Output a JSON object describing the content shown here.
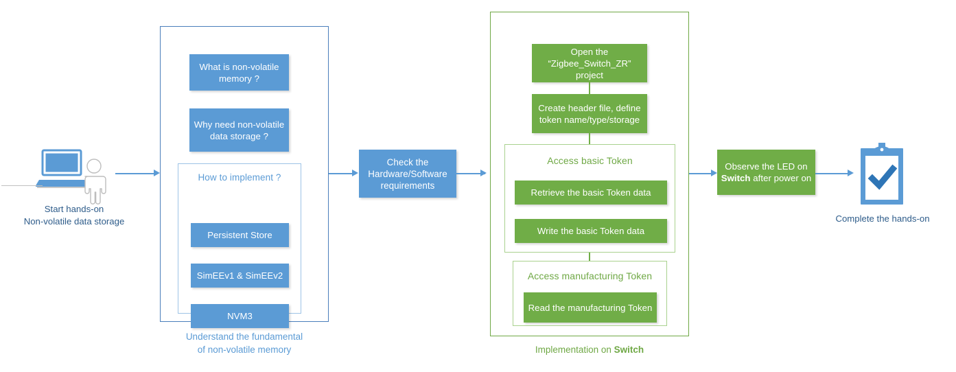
{
  "diagram": {
    "title": "Non-volatile data storage hands-on flow",
    "colors": {
      "blue_fill": "#5B9BD5",
      "blue_border": "#4A7EBB",
      "blue_light_border": "#9DC3E6",
      "green_fill": "#70AD47",
      "green_border": "#6FA845",
      "green_light_border": "#A9D18E",
      "caption_dark": "#2E5C8A",
      "background": "#FFFFFF"
    }
  },
  "start": {
    "icon_laptop": "laptop-icon",
    "icon_person": "person-icon",
    "caption_line1": "Start hands-on",
    "caption_line2": "Non-volatile data storage"
  },
  "understand_group": {
    "caption_line1": "Understand the fundamental",
    "caption_line2": "of non-volatile memory",
    "boxes": [
      {
        "label": "What is non-volatile memory ?",
        "name": "box-what-is-non-volatile-memory"
      },
      {
        "label": "Why need non-volatile data storage ?",
        "name": "box-why-need-non-volatile-data-storage"
      }
    ],
    "subpanel": {
      "title": "How to implement ?",
      "boxes": [
        {
          "label": "Persistent Store",
          "name": "box-persistent-store"
        },
        {
          "label": "SimEEv1 & SimEEv2",
          "name": "box-simeev1-simeev2"
        },
        {
          "label": "NVM3",
          "name": "box-nvm3"
        }
      ]
    }
  },
  "check_step": {
    "label": "Check the Hardware/Software requirements"
  },
  "implementation_group": {
    "caption_prefix": "Implementation on ",
    "caption_bold": "Switch",
    "boxes": [
      {
        "label": "Open the “Zigbee_Switch_ZR” project",
        "name": "box-open-project"
      },
      {
        "label": "Create header file, define token name/type/storage",
        "name": "box-create-header-file"
      }
    ],
    "basic_token_panel": {
      "title": "Access basic Token",
      "boxes": [
        {
          "label": "Retrieve the basic Token data",
          "name": "box-retrieve-basic-token-data"
        },
        {
          "label": "Write  the basic Token data",
          "name": "box-write-basic-token-data"
        }
      ]
    },
    "manufacturing_token_panel": {
      "title": "Access manufacturing Token",
      "boxes": [
        {
          "label": "Read the manufacturing Token",
          "name": "box-read-manufacturing-token"
        }
      ]
    }
  },
  "observe_step": {
    "label_prefix": "Observe the LED on ",
    "label_bold": "Switch",
    "label_suffix": " after power on"
  },
  "complete": {
    "icon": "clipboard-check-icon",
    "caption": "Complete the hands-on"
  }
}
